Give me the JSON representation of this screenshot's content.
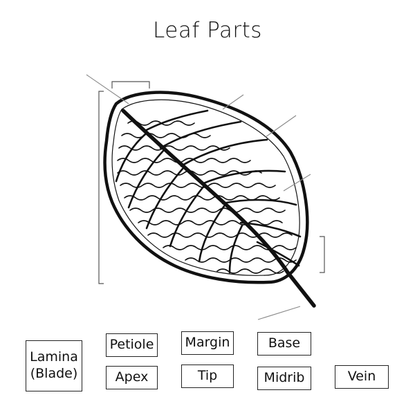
{
  "title": "Leaf Parts",
  "labels": {
    "lamina_line1": "Lamina",
    "lamina_line2": "(Blade)",
    "petiole": "Petiole",
    "margin": "Margin",
    "base": "Base",
    "apex": "Apex",
    "tip": "Tip",
    "midrib": "Midrib",
    "vein": "Vein"
  }
}
